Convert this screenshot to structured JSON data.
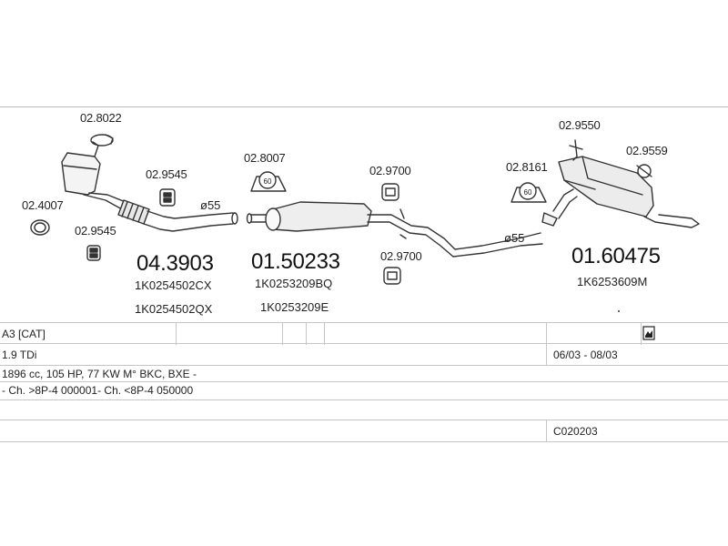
{
  "parts": {
    "clip_top": "02.8022",
    "gasket_left": "02.4007",
    "mount_a": "02.9545",
    "mount_b": "02.9545",
    "mount_mid": "02.8007",
    "hanger_top": "02.9700",
    "hanger_bottom": "02.9700",
    "mount_rear": "02.8161",
    "clamp_rear": "02.9550",
    "hanger_rear": "02.9559"
  },
  "diameters": {
    "front": "ø55",
    "rear": "ø55"
  },
  "mount_marks": {
    "mid": "60",
    "rear": "60"
  },
  "assemblies": [
    {
      "number": "04.3903",
      "oem": [
        "1K0254502CX",
        "1K0254502QX"
      ]
    },
    {
      "number": "01.50233",
      "oem": [
        "1K0253209BQ",
        "1K0253209E"
      ]
    },
    {
      "number": "01.60475",
      "oem": [
        "1K6253609M"
      ]
    }
  ],
  "vehicle": {
    "model": "A3  [CAT]",
    "engine": "1.9 TDi",
    "years": "06/03 - 08/03",
    "spec": "1896 cc, 105 HP, 77 KW M° BKC, BXE -",
    "chassis": "- Ch. >8P-4 000001- Ch. <8P-4 050000",
    "code": "C020203"
  },
  "colors": {
    "line": "#333333",
    "rule": "#c6c6c6"
  },
  "icons": {
    "doc": "document-icon"
  }
}
